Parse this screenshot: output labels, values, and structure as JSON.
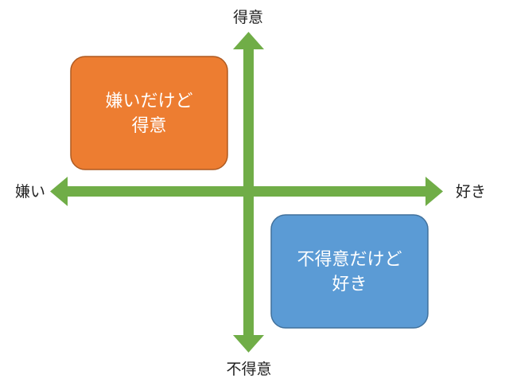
{
  "axes": {
    "top_label": "得意",
    "bottom_label": "不得意",
    "left_label": "嫌い",
    "right_label": "好き",
    "arrow_color": "#70ad47"
  },
  "quadrants": {
    "top_left": {
      "line1": "嫌いだけど",
      "line2": "得意",
      "fill": "#ed7d31",
      "border": "#ae5a21"
    },
    "bottom_right": {
      "line1": "不得意だけど",
      "line2": "好き",
      "fill": "#5b9bd5",
      "border": "#41719c"
    }
  }
}
